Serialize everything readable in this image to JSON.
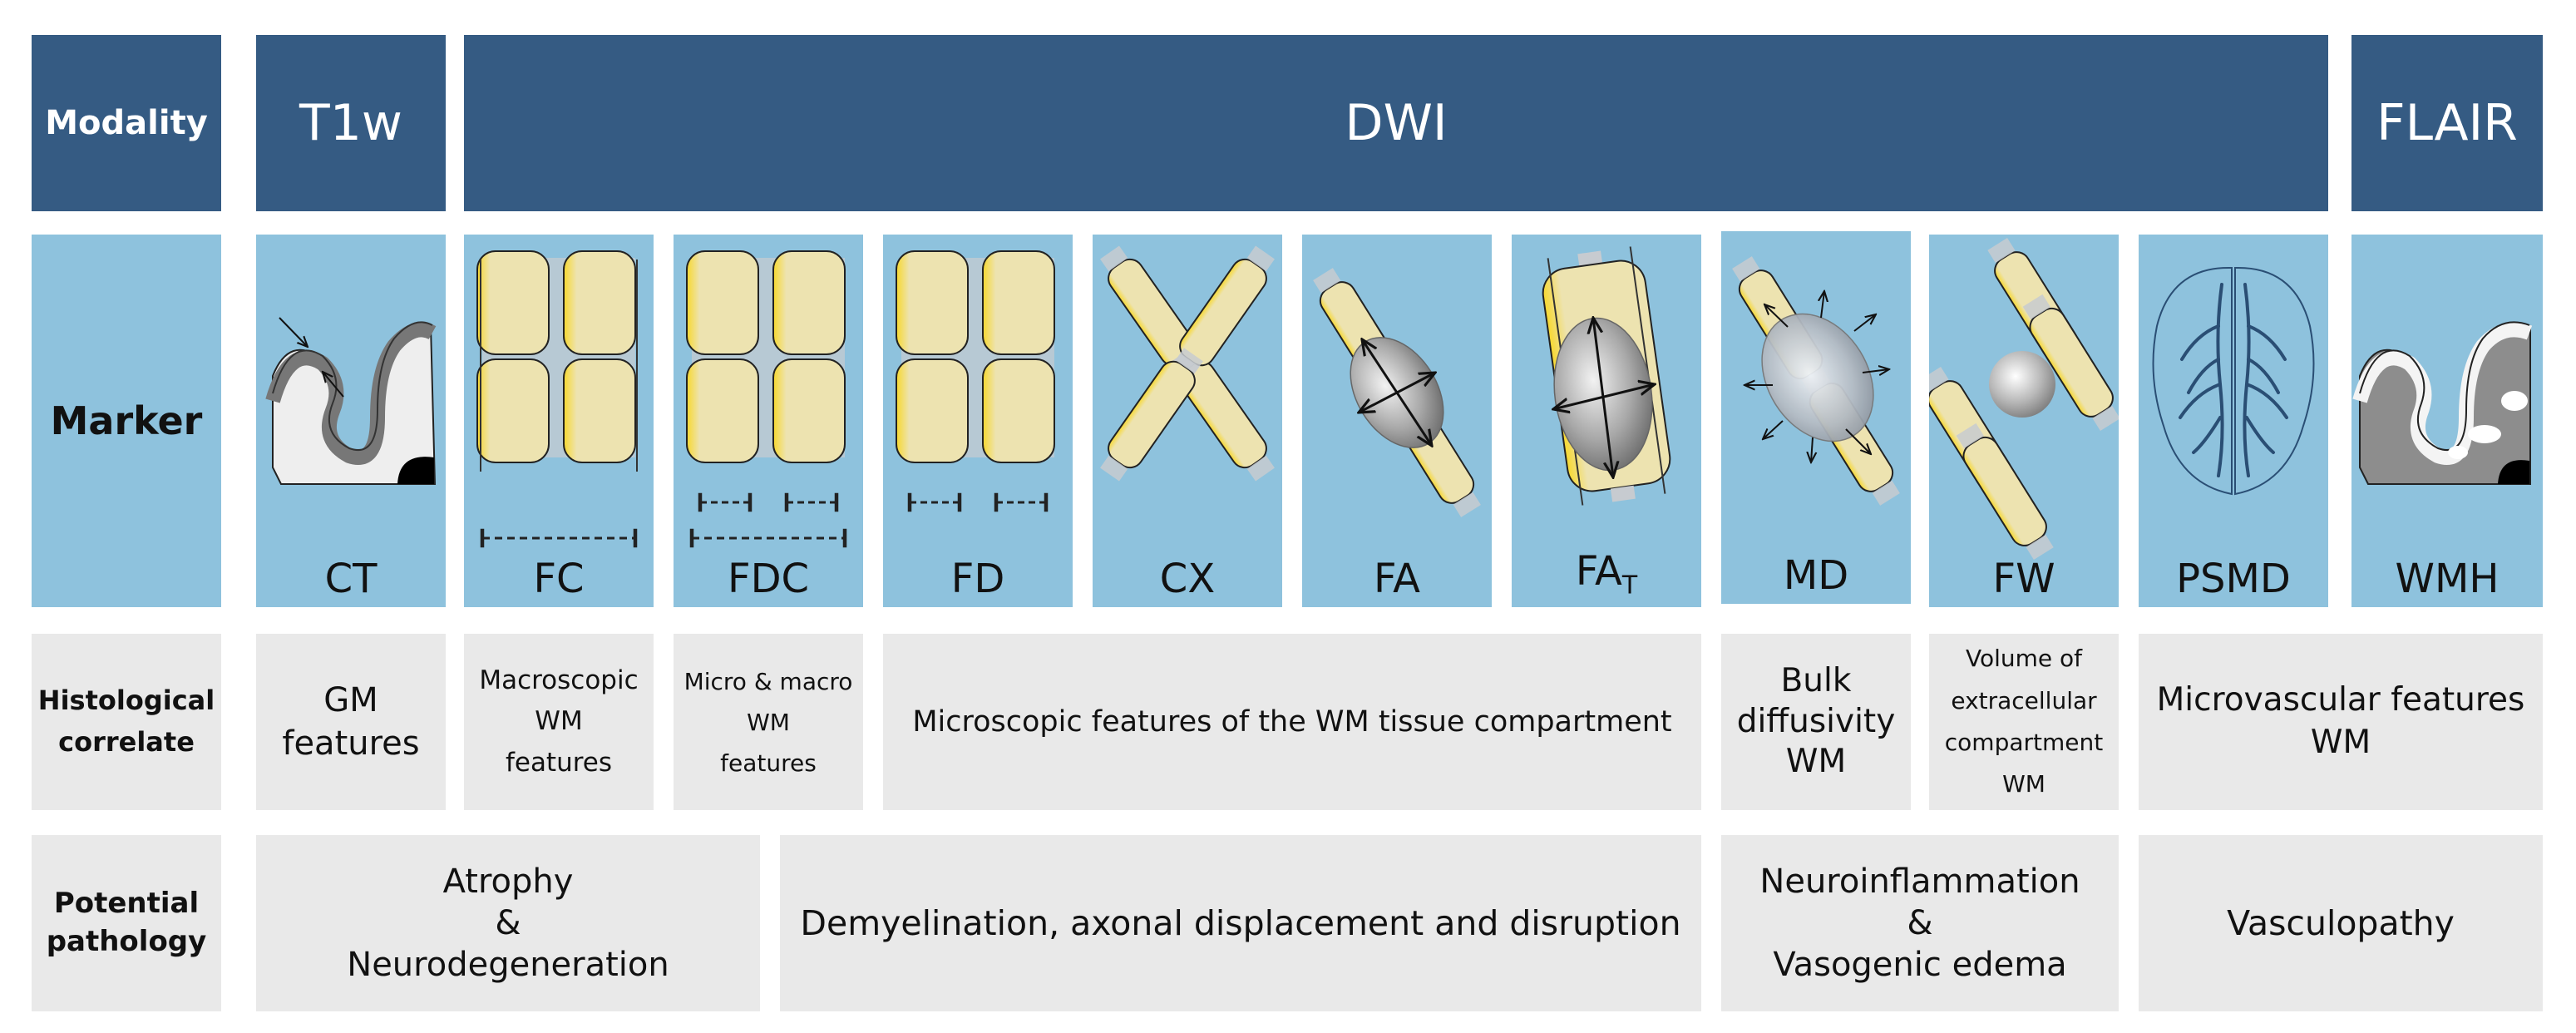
{
  "rows": {
    "modality": "Modality",
    "marker": "Marker",
    "histological_1": "Histological",
    "histological_2": "correlate",
    "pathology_1": "Potential",
    "pathology_2": "pathology"
  },
  "modalities": {
    "t1w": "T1w",
    "dwi": "DWI",
    "flair": "FLAIR"
  },
  "markers": {
    "ct": "CT",
    "fc": "FC",
    "fdc": "FDC",
    "fd": "FD",
    "cx": "CX",
    "fa": "FA",
    "fat_main": "FA",
    "fat_sub": "T",
    "md": "MD",
    "fw": "FW",
    "psmd": "PSMD",
    "wmh": "WMH"
  },
  "histological": {
    "ct": [
      "GM",
      "features"
    ],
    "fc": [
      "Macroscopic",
      "WM",
      "features"
    ],
    "fdc": [
      "Micro & macro",
      "WM",
      "features"
    ],
    "micro": "Microscopic features of the WM tissue compartment",
    "md": [
      "Bulk",
      "diffusivity",
      "WM"
    ],
    "fw": [
      "Volume of",
      "extracellular",
      "compartment",
      "WM"
    ],
    "vascular": [
      "Microvascular features",
      "WM"
    ]
  },
  "pathology": {
    "atrophy": [
      "Atrophy",
      "&",
      "Neurodegeneration"
    ],
    "demyelination": "Demyelination, axonal displacement and disruption",
    "neuroinflammation": [
      "Neuroinflammation",
      "&",
      "Vasogenic edema"
    ],
    "vasculopathy": "Vasculopathy"
  },
  "colors": {
    "header": "#355b83",
    "marker_bg": "#8ec2dd",
    "text_bg": "#e9e9e9",
    "fiber": "#ede3b0",
    "fiber_edge": "#f5d93a"
  }
}
